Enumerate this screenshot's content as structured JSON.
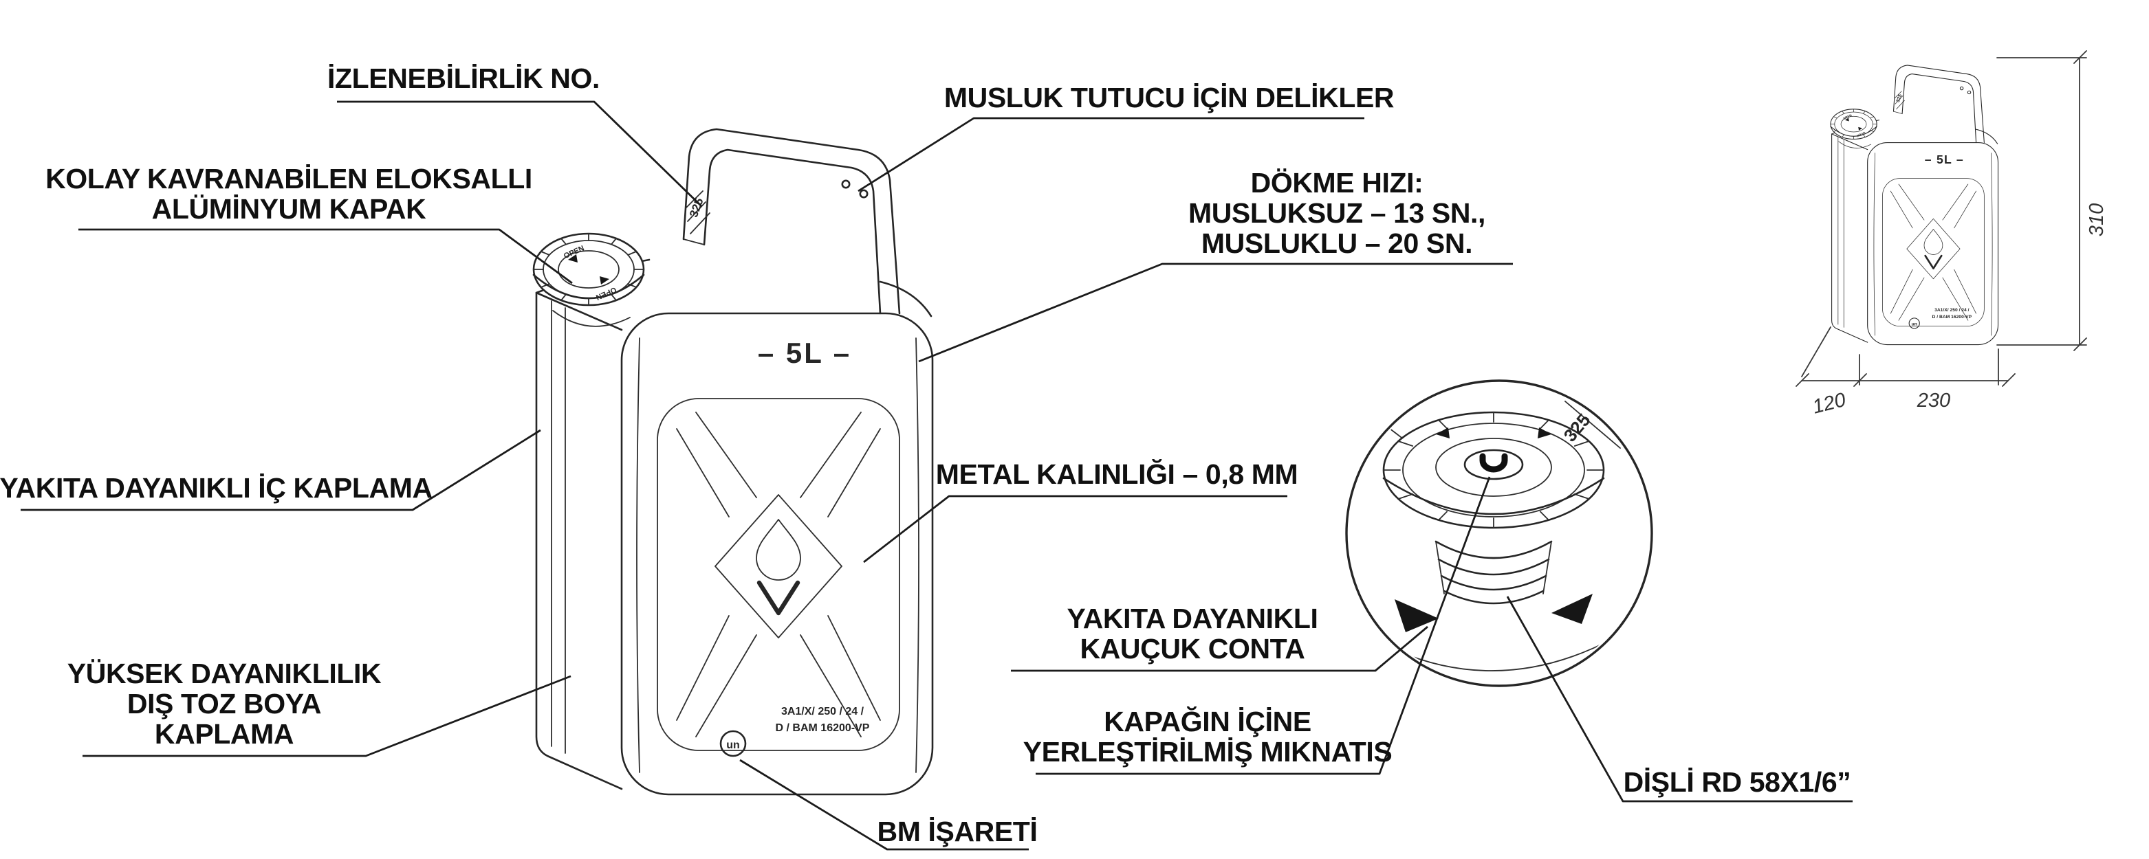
{
  "labels": {
    "traceability": "İZLENEBİLİRLİK NO.",
    "tap_holder_holes": "MUSLUK TUTUCU İÇİN DELİKLER",
    "cap_line1": "KOLAY KAVRANABİLEN ELOKSALLI",
    "cap_line2": "ALÜMİNYUM KAPAK",
    "pour_line1": "DÖKME HIZI:",
    "pour_line2": "MUSLUKSUZ – 13 SN.,",
    "pour_line3": "MUSLUKLU – 20 SN.",
    "inner_coating": "YAKITA DAYANIKLI İÇ KAPLAMA",
    "metal_thickness": "METAL KALINLIĞI – 0,8 MM",
    "powder_line1": "YÜKSEK DAYANIKLILIK",
    "powder_line2": "DIŞ TOZ BOYA",
    "powder_line3": "KAPLAMA",
    "gasket_line1": "YAKITA DAYANIKLI",
    "gasket_line2": "KAUÇUK CONTA",
    "magnet_line1": "KAPAĞIN İÇİNE",
    "magnet_line2": "YERLEŞTİRİLMİŞ MIKNATIS",
    "bm_mark": "BM İŞARETİ",
    "thread": "DİŞLİ RD 58X1/6”"
  },
  "canister": {
    "volume": "– 5L –",
    "handle_code": "325",
    "cap_text": "OPEN",
    "cert_line1": "3A1/X/ 250 / 24 /",
    "cert_line2": "D / BAM 16200-VP",
    "un_mark": "un"
  },
  "detail_view": {
    "thread_code": "325"
  },
  "dimensions": {
    "height": "310",
    "depth": "120",
    "width": "230"
  },
  "colors": {
    "line": "#262626",
    "text": "#111111",
    "background": "#ffffff"
  }
}
